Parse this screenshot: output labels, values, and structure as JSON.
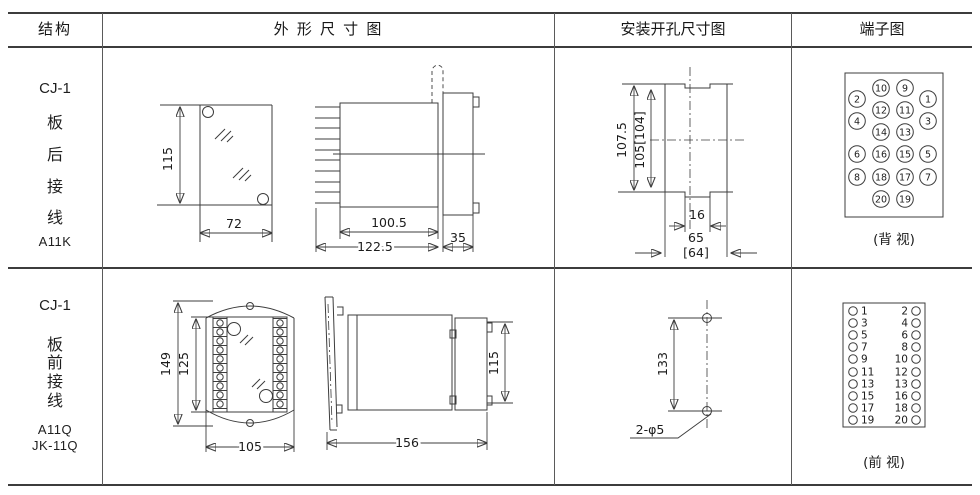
{
  "page": {
    "background": "#ffffff",
    "line_color": "#3c3c3c",
    "text_color": "#1c1c1c"
  },
  "header": {
    "structure": "结构",
    "outline": "外 形 尺 寸 图",
    "mounting": "安装开孔尺寸图",
    "terminal": "端子图"
  },
  "rows": [
    {
      "structure": {
        "model": "CJ-1",
        "chars": [
          "板",
          "后",
          "接",
          "线"
        ],
        "codes": [
          "A11K"
        ]
      },
      "outline": {
        "front_height": "115",
        "front_width": "72",
        "depth": "100.5",
        "overall": "122.5",
        "panel": "35"
      },
      "mounting": {
        "outer_height": "107.5",
        "inner_height": "105[104]",
        "notch": "16",
        "width": "65",
        "width_alt": "[64]"
      },
      "terminals": {
        "outer_left": [
          "2",
          "4",
          "6",
          "8"
        ],
        "inner_left": [
          "10",
          "12",
          "14",
          "16",
          "18",
          "20"
        ],
        "inner_right": [
          "9",
          "11",
          "13",
          "15",
          "17",
          "19"
        ],
        "outer_right": [
          "1",
          "3",
          "5",
          "7"
        ],
        "view": "(背 视)"
      }
    },
    {
      "structure": {
        "model": "CJ-1",
        "chars": [
          "板",
          "前",
          "接",
          "线"
        ],
        "codes": [
          "A11Q",
          "JK-11Q"
        ]
      },
      "outline": {
        "outer_height": "149",
        "inner_height": "125",
        "width": "105",
        "length": "156",
        "side_height": "115"
      },
      "mounting": {
        "spacing": "133",
        "holes": "2-φ5"
      },
      "terminals": {
        "left": [
          "1",
          "3",
          "5",
          "7",
          "9",
          "11",
          "13",
          "15",
          "17",
          "19"
        ],
        "right": [
          "2",
          "4",
          "6",
          "8",
          "10",
          "12",
          "13",
          "16",
          "18",
          "20"
        ],
        "view": "(前 视)"
      }
    }
  ]
}
